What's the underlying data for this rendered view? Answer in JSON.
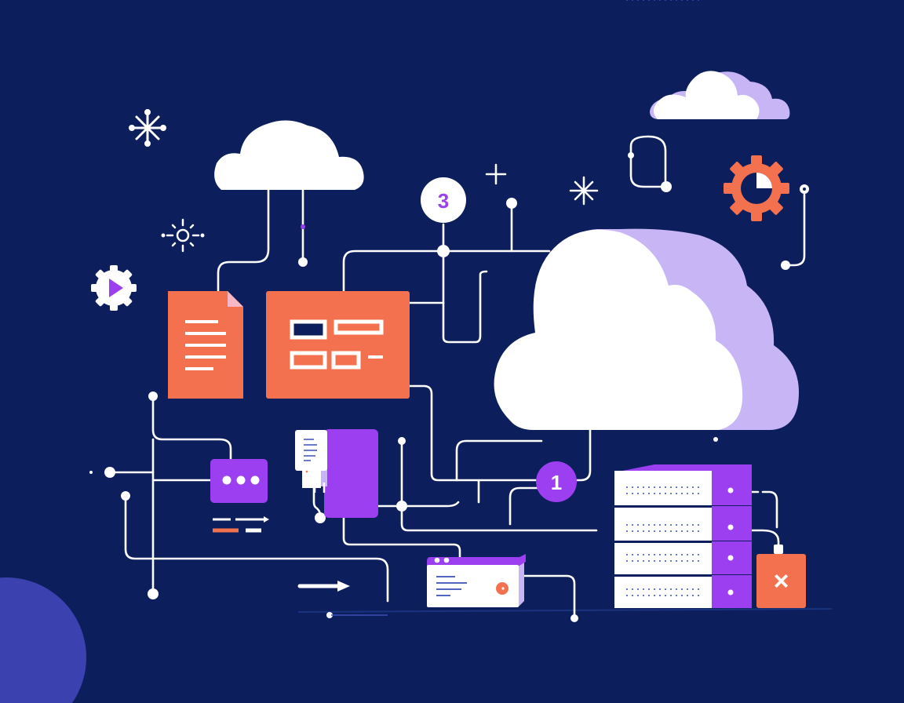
{
  "illustration": {
    "subject": "Cloud computing network illustration",
    "colors": {
      "background": "#0c1f5c",
      "accent_coral": "#f4714f",
      "accent_purple": "#9b3ff0",
      "lavender": "#c8b5f5",
      "white": "#ffffff",
      "corner_circle": "#3b42b0",
      "line_blue": "#3a4fb8"
    },
    "badges": [
      {
        "id": "step-3",
        "label": "3",
        "style": "white circle with purple number"
      },
      {
        "id": "step-1",
        "label": "1",
        "style": "purple circle with white number"
      }
    ],
    "status_box": {
      "label": "×",
      "meaning": "error / disconnected"
    },
    "icons": [
      "asterisk-sparkle",
      "sun",
      "play-gear",
      "plus-sparkle",
      "small-asterisk-sparkle",
      "loop-connector",
      "gear-pie-chart",
      "small-cloud-top-left",
      "small-cloud-top-right",
      "large-cloud",
      "document",
      "dashboard-window",
      "chat-bubble",
      "mobile-device",
      "browser-window",
      "server-rack",
      "arrow-right"
    ]
  }
}
